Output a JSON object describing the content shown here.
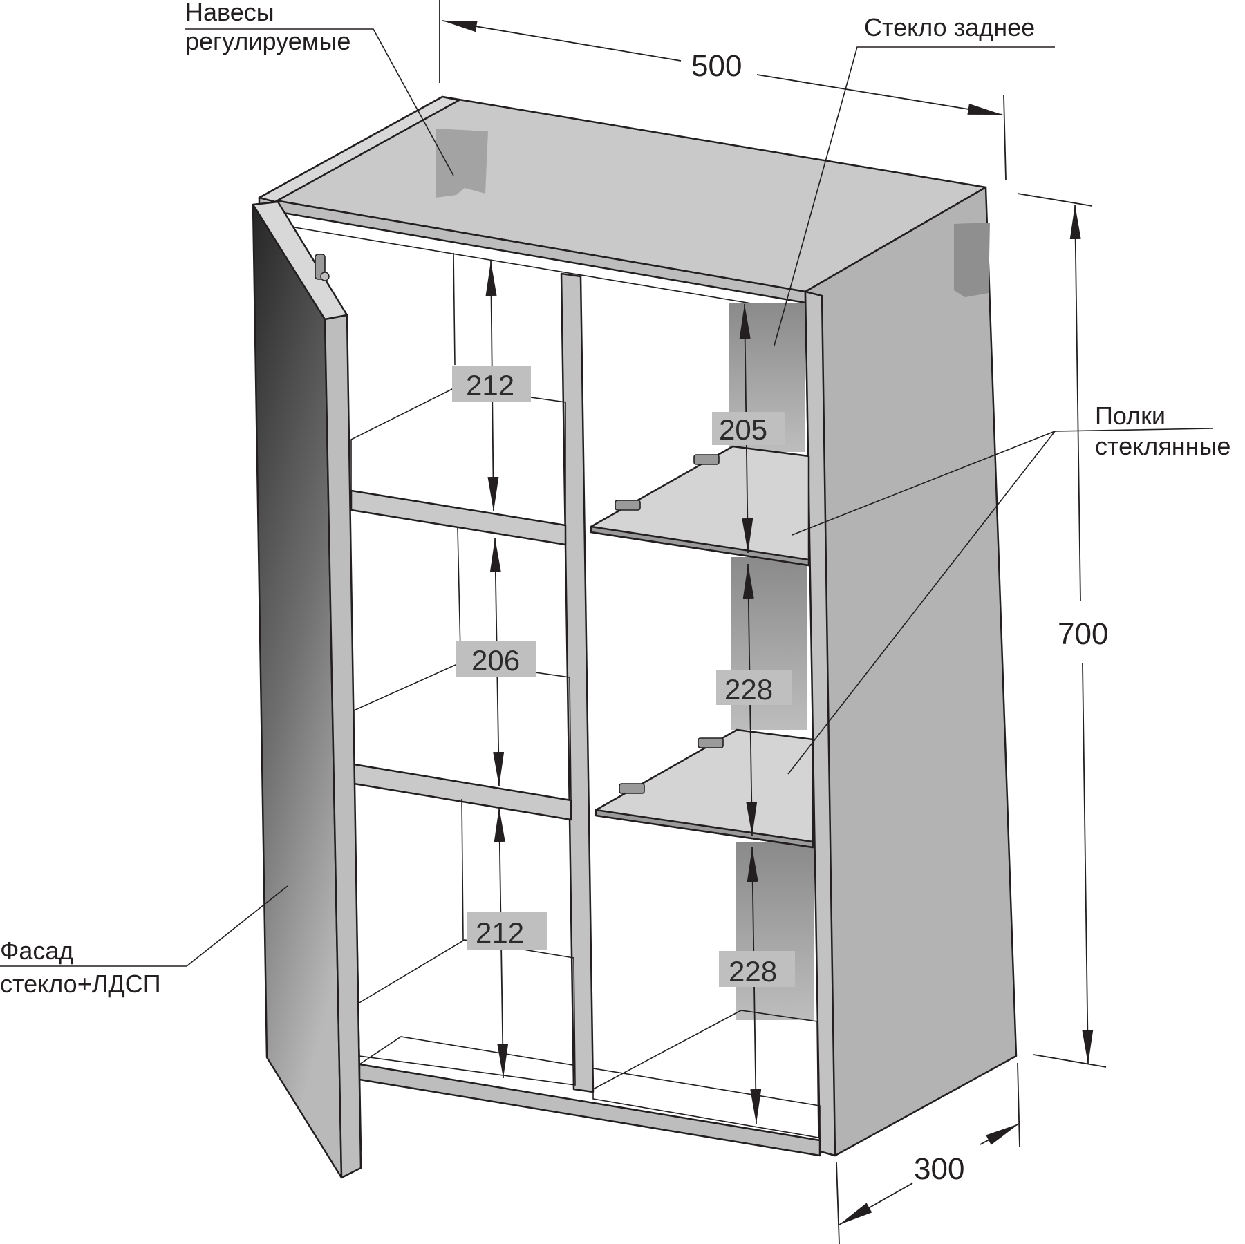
{
  "labels": {
    "hinges_line1": "Навесы",
    "hinges_line2": "регулируемые",
    "back_glass": "Стекло заднее",
    "shelves_line1": "Полки",
    "shelves_line2": "стеклянные",
    "facade_line1": "Фасад",
    "facade_line2": "стекло+ЛДСП"
  },
  "dimensions": {
    "width": "500",
    "height": "700",
    "depth": "300",
    "left_top": "212",
    "left_middle": "206",
    "left_bottom": "212",
    "right_top": "205",
    "right_middle": "228",
    "right_bottom": "228"
  },
  "colors": {
    "outline": "#231f20",
    "carcass_face": "#b3b3b3",
    "top_face": "#c9c9c9",
    "interior": "#c4c4c4",
    "shelf": "#d4d4d4",
    "door_dark": "#2b2b2b",
    "door_light": "#b0b0b0"
  }
}
